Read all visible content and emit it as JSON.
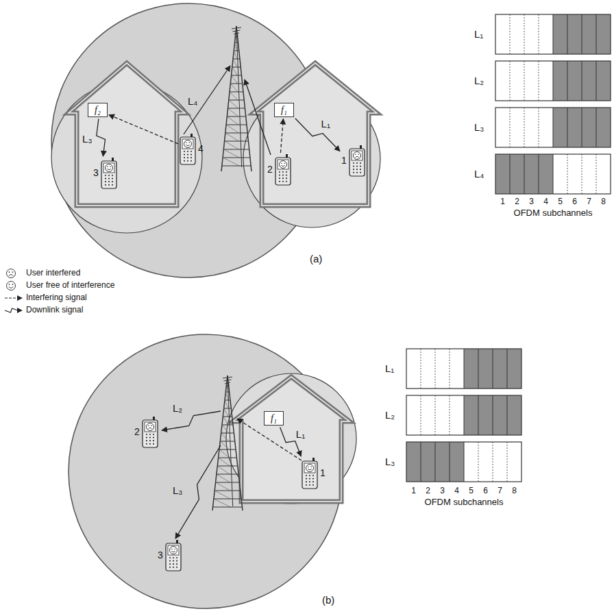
{
  "diagram": {
    "nodes": [
      {
        "text": [
          "f₂"
        ]
      },
      {
        "text": [
          "3"
        ]
      },
      {
        "text": [
          "4"
        ]
      },
      {
        "text": [
          "f₁"
        ]
      },
      {
        "text": [
          "2"
        ]
      },
      {
        "text": [
          "1"
        ]
      },
      {
        "text": [
          "L₁"
        ]
      },
      {
        "text": [
          "L₂"
        ]
      },
      {
        "text": [
          "L₃"
        ]
      },
      {
        "text": [
          "L₄"
        ]
      },
      {
        "text": [
          "f₁"
        ]
      },
      {
        "text": [
          "1"
        ]
      },
      {
        "text": [
          "2"
        ]
      },
      {
        "text": [
          "3"
        ]
      },
      {
        "text": [
          "L₁"
        ]
      },
      {
        "text": [
          "L₂"
        ]
      },
      {
        "text": [
          "L₃"
        ]
      }
    ],
    "edges": [
      {
        "from": 3,
        "to": 5,
        "arrow": "to",
        "label": "L₁"
      },
      {
        "from": 4,
        "to": 3,
        "arrow": "to"
      },
      {
        "from": 0,
        "to": 1,
        "arrow": "to",
        "label": "L₃"
      },
      {
        "from": 2,
        "to": 0,
        "arrow": "to"
      },
      {
        "from": 10,
        "to": 11,
        "arrow": "to",
        "label": "L₁"
      }
    ],
    "labels": [
      "L₄",
      "(a)",
      "1",
      "2",
      "3",
      "4",
      "5",
      "6",
      "7",
      "8",
      "OFDM subchannels",
      "L₂",
      "L₃",
      "(b)",
      "1",
      "2",
      "3",
      "4",
      "5",
      "6",
      "7",
      "8",
      "OFDM subchannels"
    ],
    "legend": [
      {
        "text": "User interfered"
      },
      {
        "text": "User free of interference"
      },
      {
        "text": "Interfering signal"
      },
      {
        "text": "Downlink signal"
      }
    ]
  }
}
